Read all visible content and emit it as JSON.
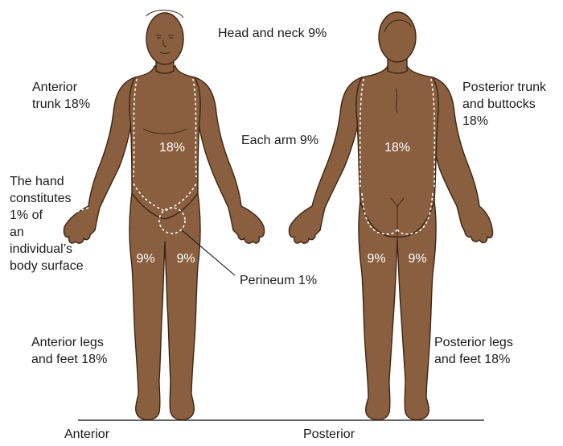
{
  "labels": {
    "head_neck": "Head and neck 9%",
    "anterior_trunk": "Anterior\ntrunk 18%",
    "posterior_trunk": "Posterior trunk\nand buttocks\n18%",
    "each_arm": "Each arm 9%",
    "hand_note": "The hand\nconstitutes\n1% of\nan\nindividual’s\nbody surface",
    "perineum": "Perineum 1%",
    "anterior_legs": "Anterior legs\nand feet 18%",
    "posterior_legs": "Posterior legs\nand feet 18%",
    "anterior_view": "Anterior",
    "posterior_view": "Posterior"
  },
  "body_percentages": {
    "anterior_trunk": "18%",
    "anterior_left_leg": "9%",
    "anterior_right_leg": "9%",
    "posterior_trunk": "18%",
    "posterior_left_leg": "9%",
    "posterior_right_leg": "9%"
  },
  "colors": {
    "skin": "#8a5f3f",
    "outline": "#3d2614",
    "region_border": "#ffffff",
    "text": "#1a1a1a",
    "background": "#ffffff"
  }
}
